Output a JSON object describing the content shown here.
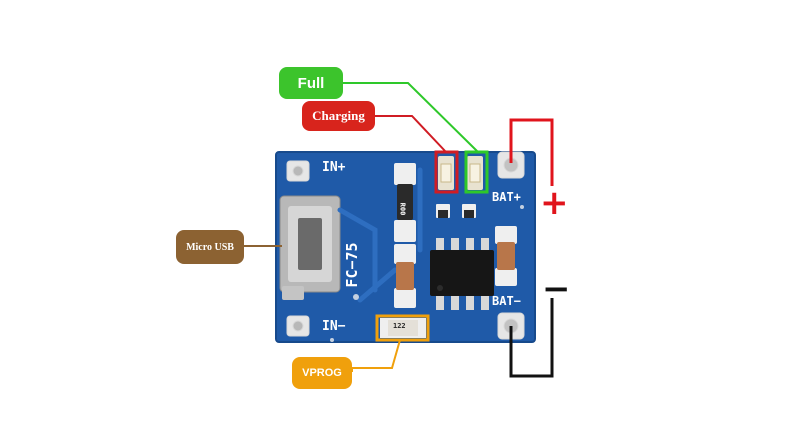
{
  "labels": {
    "full": "Full",
    "charging": "Charging",
    "micro_usb": "Micro USB",
    "vprog": "VPROG"
  },
  "polarity": {
    "plus": "+",
    "minus": "−"
  },
  "board_silkscreen": {
    "in_plus": "IN+",
    "in_minus": "IN−",
    "bat_plus": "BAT+",
    "bat_minus": "BAT−",
    "module_code": "FC−75",
    "resistor_code": "R00",
    "vprog_resistor_code": "122"
  },
  "colors": {
    "full": "#3cc42c",
    "charging": "#d8241c",
    "micro_usb": "#8c6232",
    "vprog": "#f0a00c",
    "pcb": "#1f5aa8",
    "plus_wire": "#e0141c",
    "minus_wire": "#111111"
  }
}
